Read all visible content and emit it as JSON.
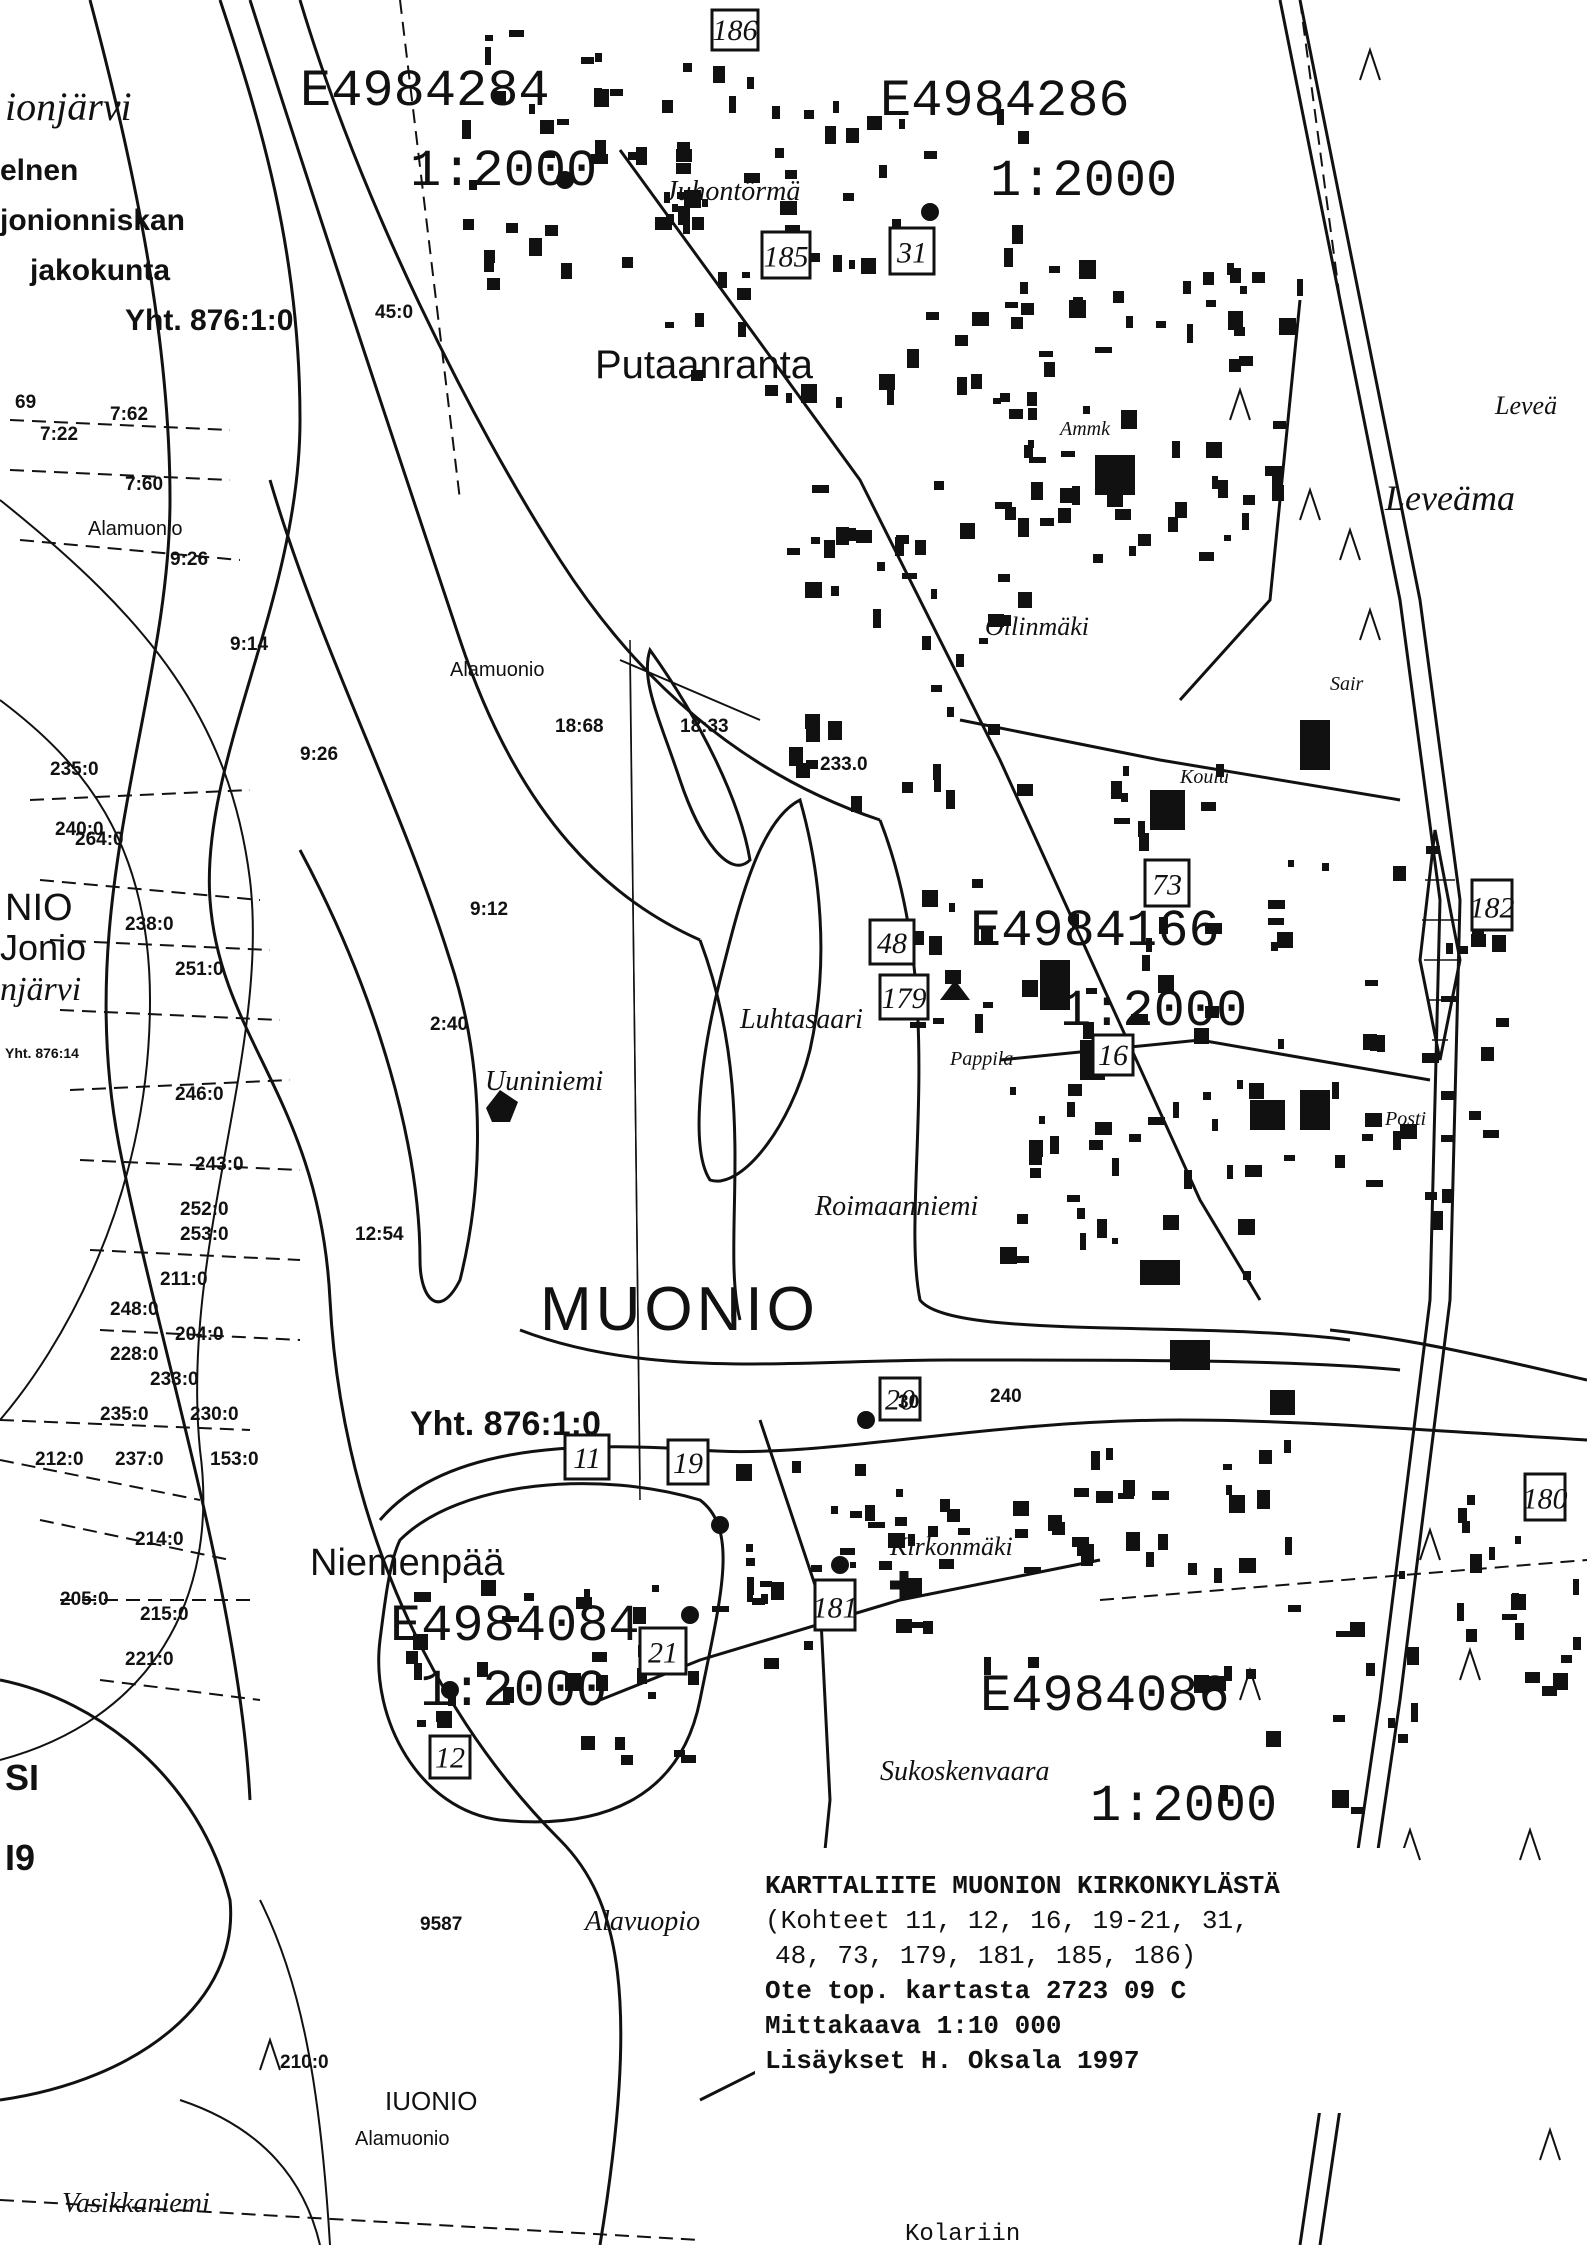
{
  "map": {
    "place_labels": {
      "muonio": "MUONIO",
      "putaanranta": "Putaanranta",
      "juhontorma": "Juhontörmä",
      "alamuonio": "Alamuonio",
      "alamuonio_top": "Alamuonio",
      "alamuonio_bottom": "Alamuonio",
      "muonio_bottom": "IUONIO",
      "uuniniemi": "Uuniniemi",
      "luhtasaari": "Luhtasaari",
      "roimaanniemi": "Roimaanniemi",
      "niemenpaa": "Niemenpää",
      "kirkonmaki": "Kirkonmäki",
      "sukoskenvaara": "Sukoskenvaara",
      "alavuopio": "Alavuopio",
      "vasikkaniemi": "Vasikkaniemi",
      "ollinmaki": "Ollinmäki",
      "leveamaa": "Leveäma",
      "leveamaa_top": "Leveä",
      "kolariin": "Kolariin",
      "koulu": "Koulu",
      "pappila": "Pappila",
      "posti": "Posti",
      "sair": "Sair",
      "ammk": "Ammk",
      "onjarvi": "ionjärvi",
      "elnen": "elnen",
      "jonionniskan": "jonionniskan",
      "jakokunta": "jakokunta",
      "yht_top": "Yht. 876:1:0",
      "yht_center": "Yht. 876:1:0",
      "nio": "NIO",
      "jonio": "Jonio",
      "njarvi": "njärvi",
      "yht_left": "Yht. 876:14",
      "si": "SI",
      "ig": "I9"
    },
    "sheets": [
      {
        "code": "E4984284",
        "scale": "1:2000"
      },
      {
        "code": "E4984286",
        "scale": "1:2000"
      },
      {
        "code": "E4984166",
        "scale": "1:2000"
      },
      {
        "code": "E4984084",
        "scale": "1:2000"
      },
      {
        "code": "E4984086",
        "scale": "1:2000"
      }
    ],
    "object_boxes": [
      "186",
      "185",
      "31",
      "73",
      "48",
      "179",
      "182",
      "16",
      "20",
      "11",
      "19",
      "181",
      "21",
      "12",
      "180"
    ],
    "parcels": [
      "7:62",
      "7:22",
      "7:60",
      "9:26",
      "9:14",
      "9:26",
      "235:0",
      "264:0",
      "240:0",
      "238:0",
      "251:0",
      "246:0",
      "243:0",
      "252:0",
      "253:0",
      "211:0",
      "248:0",
      "204:0",
      "228:0",
      "233:0",
      "235:0",
      "230:0",
      "212:0",
      "237:0",
      "153:0",
      "214:0",
      "205:0",
      "215:0",
      "221:0",
      "210:0",
      "18:68",
      "18:33",
      "9:12",
      "2:40",
      "12:54",
      "69",
      "45:0",
      "233.0",
      "240",
      "9587",
      "30",
      "2"
    ]
  },
  "caption": {
    "line1": "KARTTALIITE MUONION KIRKONKYLÄSTÄ",
    "line2": "(Kohteet 11, 12, 16, 19-21, 31,",
    "line3": "48, 73, 179, 181, 185, 186)",
    "line4": "Ote top. kartasta 2723 09 C",
    "line5": "Mittakaava 1:10 000",
    "line6": "Lisäykset H. Oksala 1997"
  }
}
